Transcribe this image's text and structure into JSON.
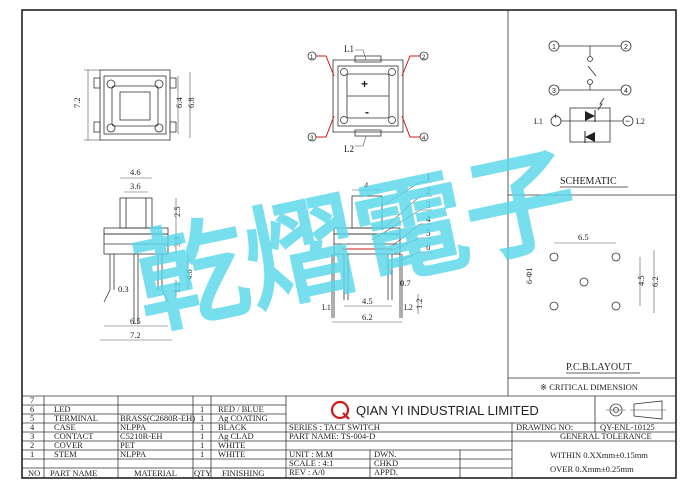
{
  "watermark": "乾熠電子",
  "company": {
    "name": "QIAN YI INDUSTRIAL LIMITED",
    "logo_letter": "Q"
  },
  "views": {
    "top": {
      "width_dim": "7.2",
      "inner_dim_a": "6.4",
      "inner_dim_b": "6.8"
    },
    "led_top": {
      "l1": "L1",
      "l2": "L2",
      "pins": [
        "1",
        "2",
        "3",
        "4"
      ],
      "plus": "+",
      "minus": "-"
    },
    "side": {
      "d_top_outer": "4.6",
      "d_top_inner": "3.6",
      "d_2_5": "2.5",
      "d_3_3": "3.3",
      "d_4_6": "4.6",
      "d_1_2": "1.2",
      "d_0_3": "0.3",
      "d_6_5": "6.5",
      "d_7_2": "7.2"
    },
    "front": {
      "d_4": "4",
      "d_4_5": "4.5",
      "d_6_2": "6.2",
      "d_0_7": "0.7",
      "d_1_2": "1.2",
      "l1": "L1",
      "l2": "L2",
      "callouts": [
        "1",
        "2",
        "3",
        "4",
        "5",
        "6"
      ]
    }
  },
  "schematic": {
    "title": "SCHEMATIC",
    "pins": [
      "1",
      "2",
      "3",
      "4"
    ],
    "l1": "L1",
    "l2": "L2"
  },
  "pcb": {
    "title": "P.C.B.LAYOUT",
    "d_6_5": "6.5",
    "d_4_5": "4.5",
    "d_6_2": "6.2",
    "d_hole": "6-Φ1"
  },
  "critical_note": "※ CRITICAL  DIMENSION",
  "bom": {
    "rows": [
      {
        "no": "7",
        "name": "",
        "material": "",
        "qty": "",
        "finish": ""
      },
      {
        "no": "6",
        "name": "LED",
        "material": "",
        "qty": "1",
        "finish": "RED / BLUE"
      },
      {
        "no": "5",
        "name": "TERMINAL",
        "material": "BRASS(C2680R-EH)",
        "qty": "1",
        "finish": "Ag COATING"
      },
      {
        "no": "4",
        "name": "CASE",
        "material": "NLPPA",
        "qty": "1",
        "finish": "BLACK"
      },
      {
        "no": "3",
        "name": "CONTACT",
        "material": "C5210R-EH",
        "qty": "1",
        "finish": "Ag CLAD"
      },
      {
        "no": "2",
        "name": "COVER",
        "material": "PET",
        "qty": "1",
        "finish": "WHITE"
      },
      {
        "no": "1",
        "name": "STEM",
        "material": "NLPPA",
        "qty": "1",
        "finish": "WHITE"
      }
    ],
    "header": {
      "no": "NO",
      "name": "PART NAME",
      "material": "MATERIAL",
      "qty": "QTY",
      "finish": "FINISHING"
    }
  },
  "title_block": {
    "series": "SERIES : TACT SWITCH",
    "part_name": "PART NAME: TS-004-D",
    "unit": "UNIT : M.M",
    "scale": "SCALE : 4:1",
    "rev": "REV : A/0",
    "dwn": "DWN.",
    "chkd": "CHKD",
    "appd": "APPD.",
    "drawing_no_label": "DRAWING NO:",
    "drawing_no": "QY-ENL-10125",
    "general_tolerance": "GENERAL TOLERANCE",
    "tol_within": "WITHIN 0.XXmm±0.15mm",
    "tol_over": "OVER   0.Xmm±0.25mm"
  }
}
